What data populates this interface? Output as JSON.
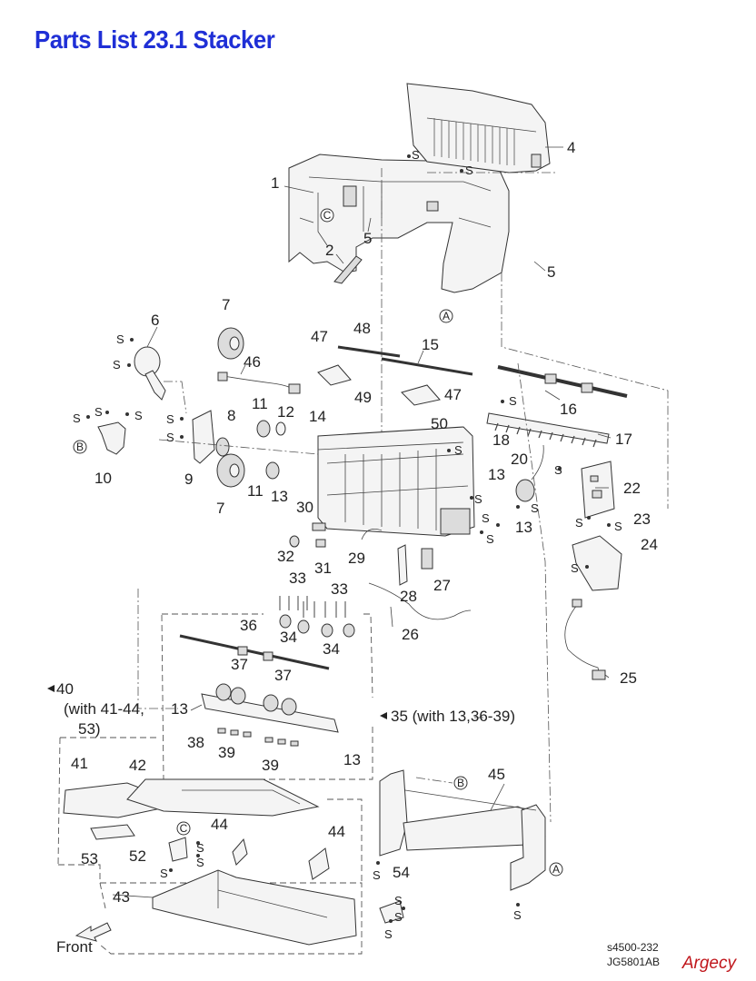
{
  "title": "Parts List 23.1 Stacker",
  "callouts": {
    "c1": "1",
    "c2": "2",
    "c4": "4",
    "c5a": "5",
    "c5b": "5",
    "c6": "6",
    "c7a": "7",
    "c7b": "7",
    "c8": "8",
    "c9": "9",
    "c10": "10",
    "c11a": "11",
    "c11b": "11",
    "c12": "12",
    "c13a": "13",
    "c13b": "13",
    "c13c": "13",
    "c13d": "13",
    "c13e": "13",
    "c14": "14",
    "c15": "15",
    "c16": "16",
    "c17": "17",
    "c18": "18",
    "c20": "20",
    "c22": "22",
    "c23": "23",
    "c24": "24",
    "c25": "25",
    "c26": "26",
    "c27": "27",
    "c28": "28",
    "c29": "29",
    "c30": "30",
    "c31": "31",
    "c32": "32",
    "c33a": "33",
    "c33b": "33",
    "c34a": "34",
    "c34b": "34",
    "c36": "36",
    "c37a": "37",
    "c37b": "37",
    "c38": "38",
    "c39a": "39",
    "c39b": "39",
    "c41": "41",
    "c42": "42",
    "c43": "43",
    "c44a": "44",
    "c44b": "44",
    "c45": "45",
    "c46": "46",
    "c47a": "47",
    "c47b": "47",
    "c48": "48",
    "c49": "49",
    "c50": "50",
    "c52": "52",
    "c53": "53",
    "c54": "54"
  },
  "group_40": {
    "number": "40",
    "line2": "(with 41-44,",
    "line3": "53)"
  },
  "group_35": "35 (with 13,36-39)",
  "screw_label": "S",
  "refs": {
    "a": "A",
    "b": "B",
    "c": "C"
  },
  "front_label": "Front",
  "figure_code_1": "s4500-232",
  "figure_code_2": "JG5801AB",
  "brand": "Argecy",
  "colors": {
    "title": "#1f2fd6",
    "brand": "#c0161b",
    "line": "#333333"
  }
}
